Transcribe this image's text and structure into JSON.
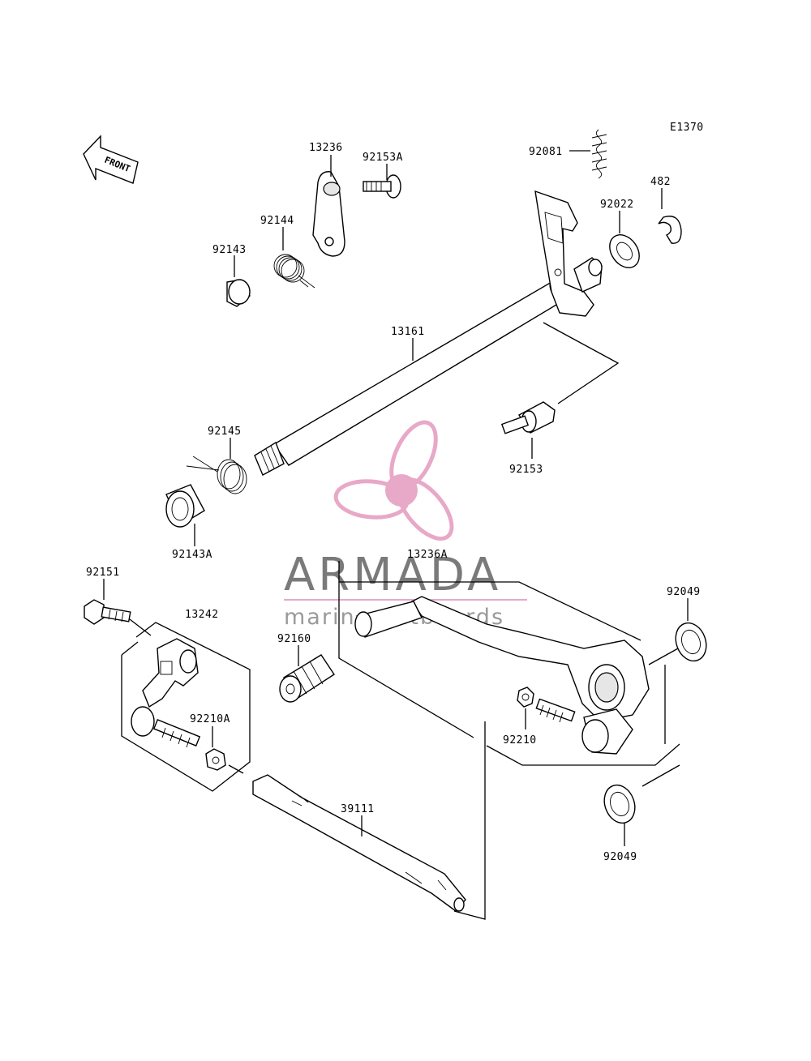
{
  "diagram_code": "E1370",
  "front_label": "FRONT",
  "watermark": {
    "brand": "ARMADA",
    "tagline": "marine outboards",
    "brand_color": "#7a7a7a",
    "accent_color": "#e8a8c8"
  },
  "parts": {
    "p13236": "13236",
    "p92153A": "92153A",
    "p92081": "92081",
    "p482": "482",
    "p92022": "92022",
    "p92144": "92144",
    "p92143": "92143",
    "p13161": "13161",
    "p92145": "92145",
    "p92153": "92153",
    "p92143A": "92143A",
    "p13236A": "13236A",
    "p92151": "92151",
    "p13242": "13242",
    "p92049a": "92049",
    "p92160": "92160",
    "p92210A": "92210A",
    "p92210": "92210",
    "p39111": "39111",
    "p92049b": "92049"
  }
}
